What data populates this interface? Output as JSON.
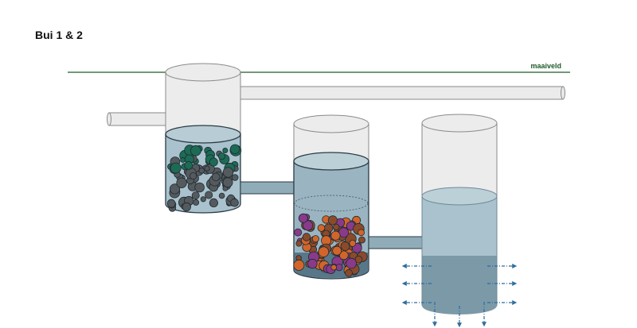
{
  "title": "Bui 1 & 2",
  "ground_label": "maaiveld",
  "colors": {
    "ground_line": "#1e5a2a",
    "pipe_fill": "#ebebeb",
    "pipe_stroke": "#8a8a8a",
    "tank_empty": "#ececec",
    "water_light": "#a9c2cd",
    "water_mid": "#9ab5c1",
    "water_deep": "#4c6c7e",
    "connector_pipe": "#90acb8",
    "infiltration_arrow": "#2d6c9b",
    "stone_green": "#1d6b55",
    "stone_grey": "#555a5e",
    "stone_orange": "#d2652a",
    "stone_brown": "#8a4a2c",
    "stone_purple": "#8a3a8a"
  },
  "components": {
    "tank_1": "Tank with green and grey stones",
    "tank_2": "Tank with orange, brown and purple stones",
    "tank_3": "Infiltration tank"
  }
}
